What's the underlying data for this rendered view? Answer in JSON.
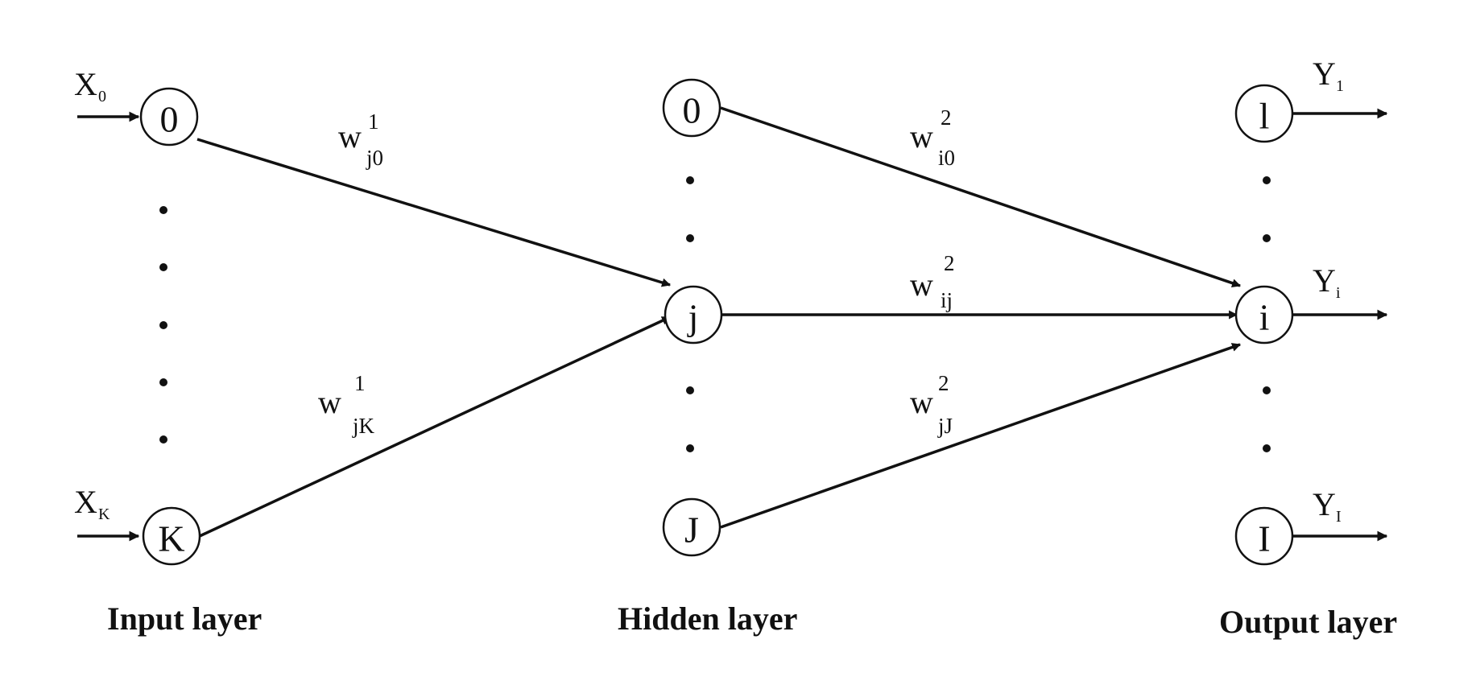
{
  "layers": {
    "input_label": "Input layer",
    "hidden_label": "Hidden layer",
    "output_label": "Output layer"
  },
  "nodes": {
    "input_top": "0",
    "input_bottom": "K",
    "hidden_top": "0",
    "hidden_mid": "j",
    "hidden_bottom": "J",
    "output_top": "l",
    "output_mid": "i",
    "output_bottom": "I"
  },
  "inputs": {
    "x0": {
      "main": "X",
      "sub": "0"
    },
    "xK": {
      "main": "X",
      "sub": "K"
    }
  },
  "outputs": {
    "y1": {
      "main": "Y",
      "sub": "1"
    },
    "yi": {
      "main": "Y",
      "sub": "i"
    },
    "yI": {
      "main": "Y",
      "sub": "I"
    }
  },
  "weights": {
    "w_j0": {
      "main": "w",
      "sup": "1",
      "sub": "j0"
    },
    "w_jK": {
      "main": "w",
      "sup": "1",
      "sub": "jK"
    },
    "w_i0": {
      "main": "w",
      "sup": "2",
      "sub": "i0"
    },
    "w_ij": {
      "main": "w",
      "sup": "2",
      "sub": "ij"
    },
    "w_jJ": {
      "main": "w",
      "sup": "2",
      "sub": "jJ"
    }
  }
}
